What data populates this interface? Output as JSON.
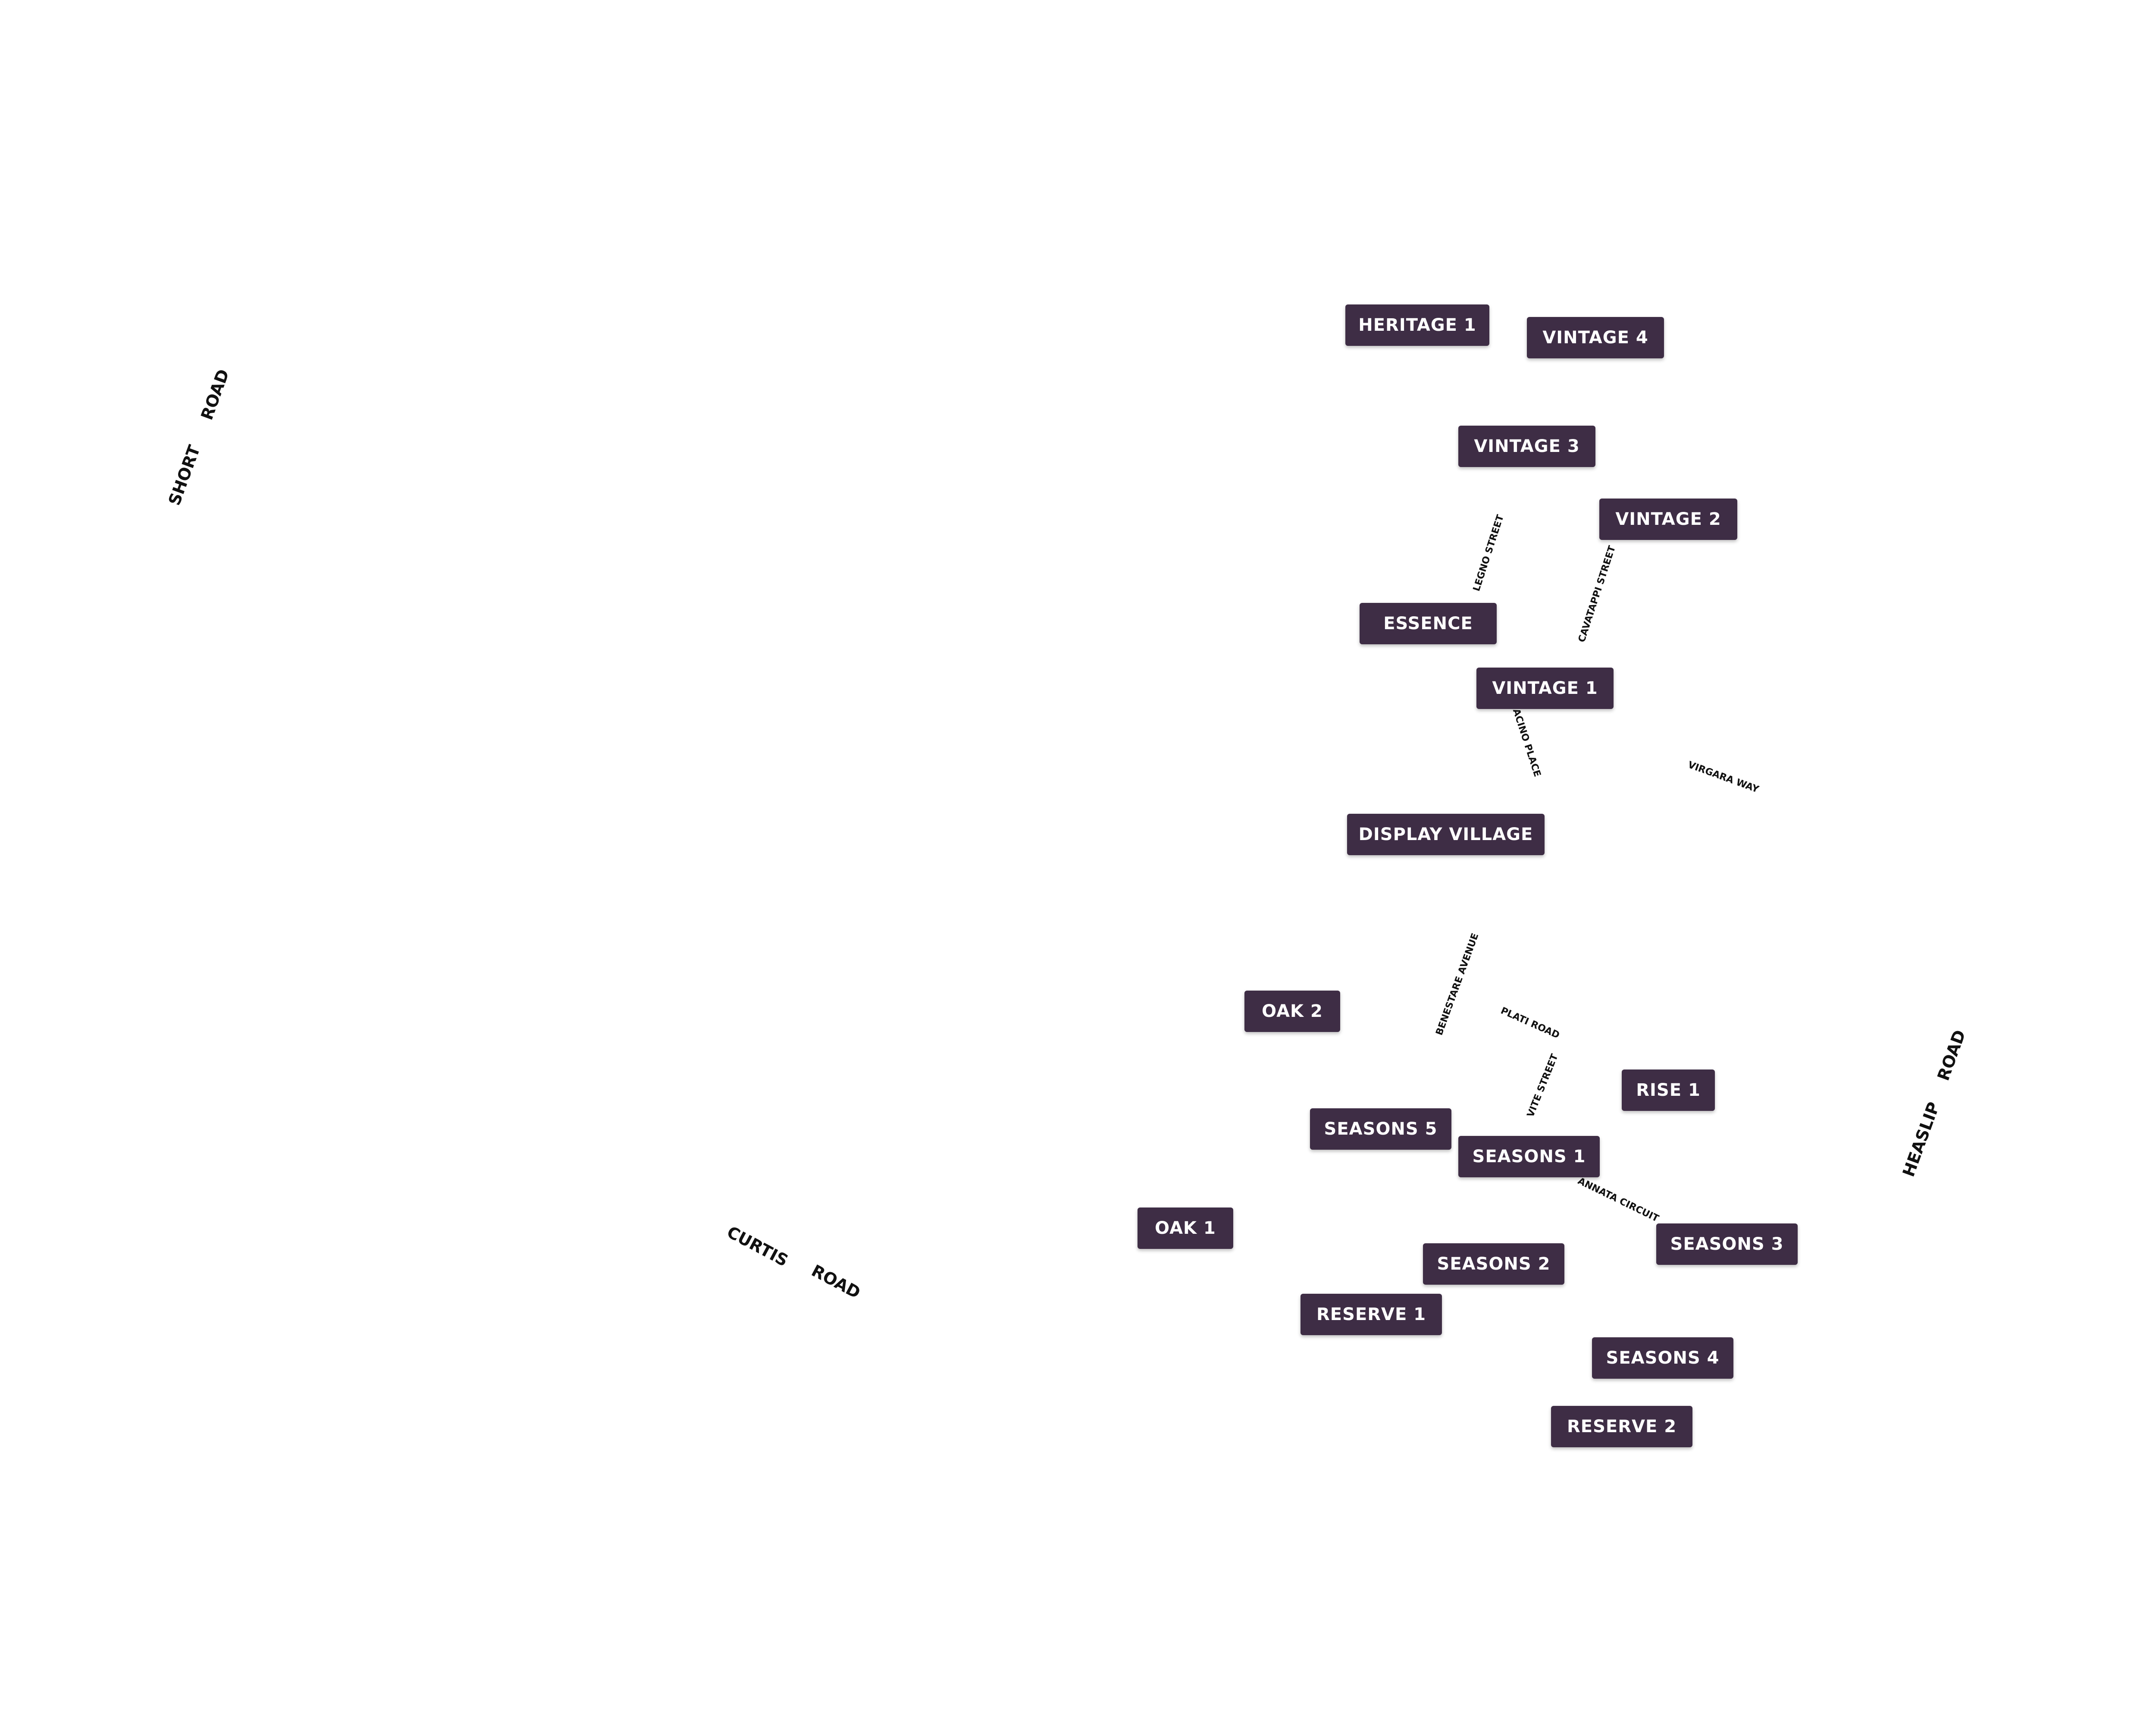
{
  "map": {
    "stages": [
      {
        "id": "heritage-1",
        "label": "HERITAGE 1"
      },
      {
        "id": "vintage-4",
        "label": "VINTAGE 4"
      },
      {
        "id": "vintage-3",
        "label": "VINTAGE 3"
      },
      {
        "id": "vintage-2",
        "label": "VINTAGE 2"
      },
      {
        "id": "essence",
        "label": "ESSENCE"
      },
      {
        "id": "vintage-1",
        "label": "VINTAGE 1"
      },
      {
        "id": "display-village",
        "label": "DISPLAY VILLAGE"
      },
      {
        "id": "oak-2",
        "label": "OAK 2"
      },
      {
        "id": "rise-1",
        "label": "RISE 1"
      },
      {
        "id": "seasons-5",
        "label": "SEASONS 5"
      },
      {
        "id": "seasons-1",
        "label": "SEASONS 1"
      },
      {
        "id": "oak-1",
        "label": "OAK 1"
      },
      {
        "id": "seasons-3",
        "label": "SEASONS 3"
      },
      {
        "id": "seasons-2",
        "label": "SEASONS 2"
      },
      {
        "id": "reserve-1",
        "label": "RESERVE 1"
      },
      {
        "id": "seasons-4",
        "label": "SEASONS 4"
      },
      {
        "id": "reserve-2",
        "label": "RESERVE 2"
      }
    ],
    "roads": [
      {
        "id": "short",
        "label": "SHORT"
      },
      {
        "id": "short-road",
        "label": "ROAD"
      },
      {
        "id": "legno",
        "label": "LEGNO STREET"
      },
      {
        "id": "cavatappi",
        "label": "CAVATAPPI STREET"
      },
      {
        "id": "acino",
        "label": "ACINO PLACE"
      },
      {
        "id": "virgara",
        "label": "VIRGARA  WAY"
      },
      {
        "id": "benestare",
        "label": "BENESTARE AVENUE"
      },
      {
        "id": "plati",
        "label": "PLATI  ROAD"
      },
      {
        "id": "vite",
        "label": "VITE STREET"
      },
      {
        "id": "annata",
        "label": "ANNATA  CIRCUIT"
      },
      {
        "id": "heaslip",
        "label": "HEASLIP"
      },
      {
        "id": "heaslip-road",
        "label": "ROAD"
      },
      {
        "id": "curtis",
        "label": "CURTIS"
      },
      {
        "id": "curtis-road",
        "label": "ROAD"
      }
    ]
  }
}
